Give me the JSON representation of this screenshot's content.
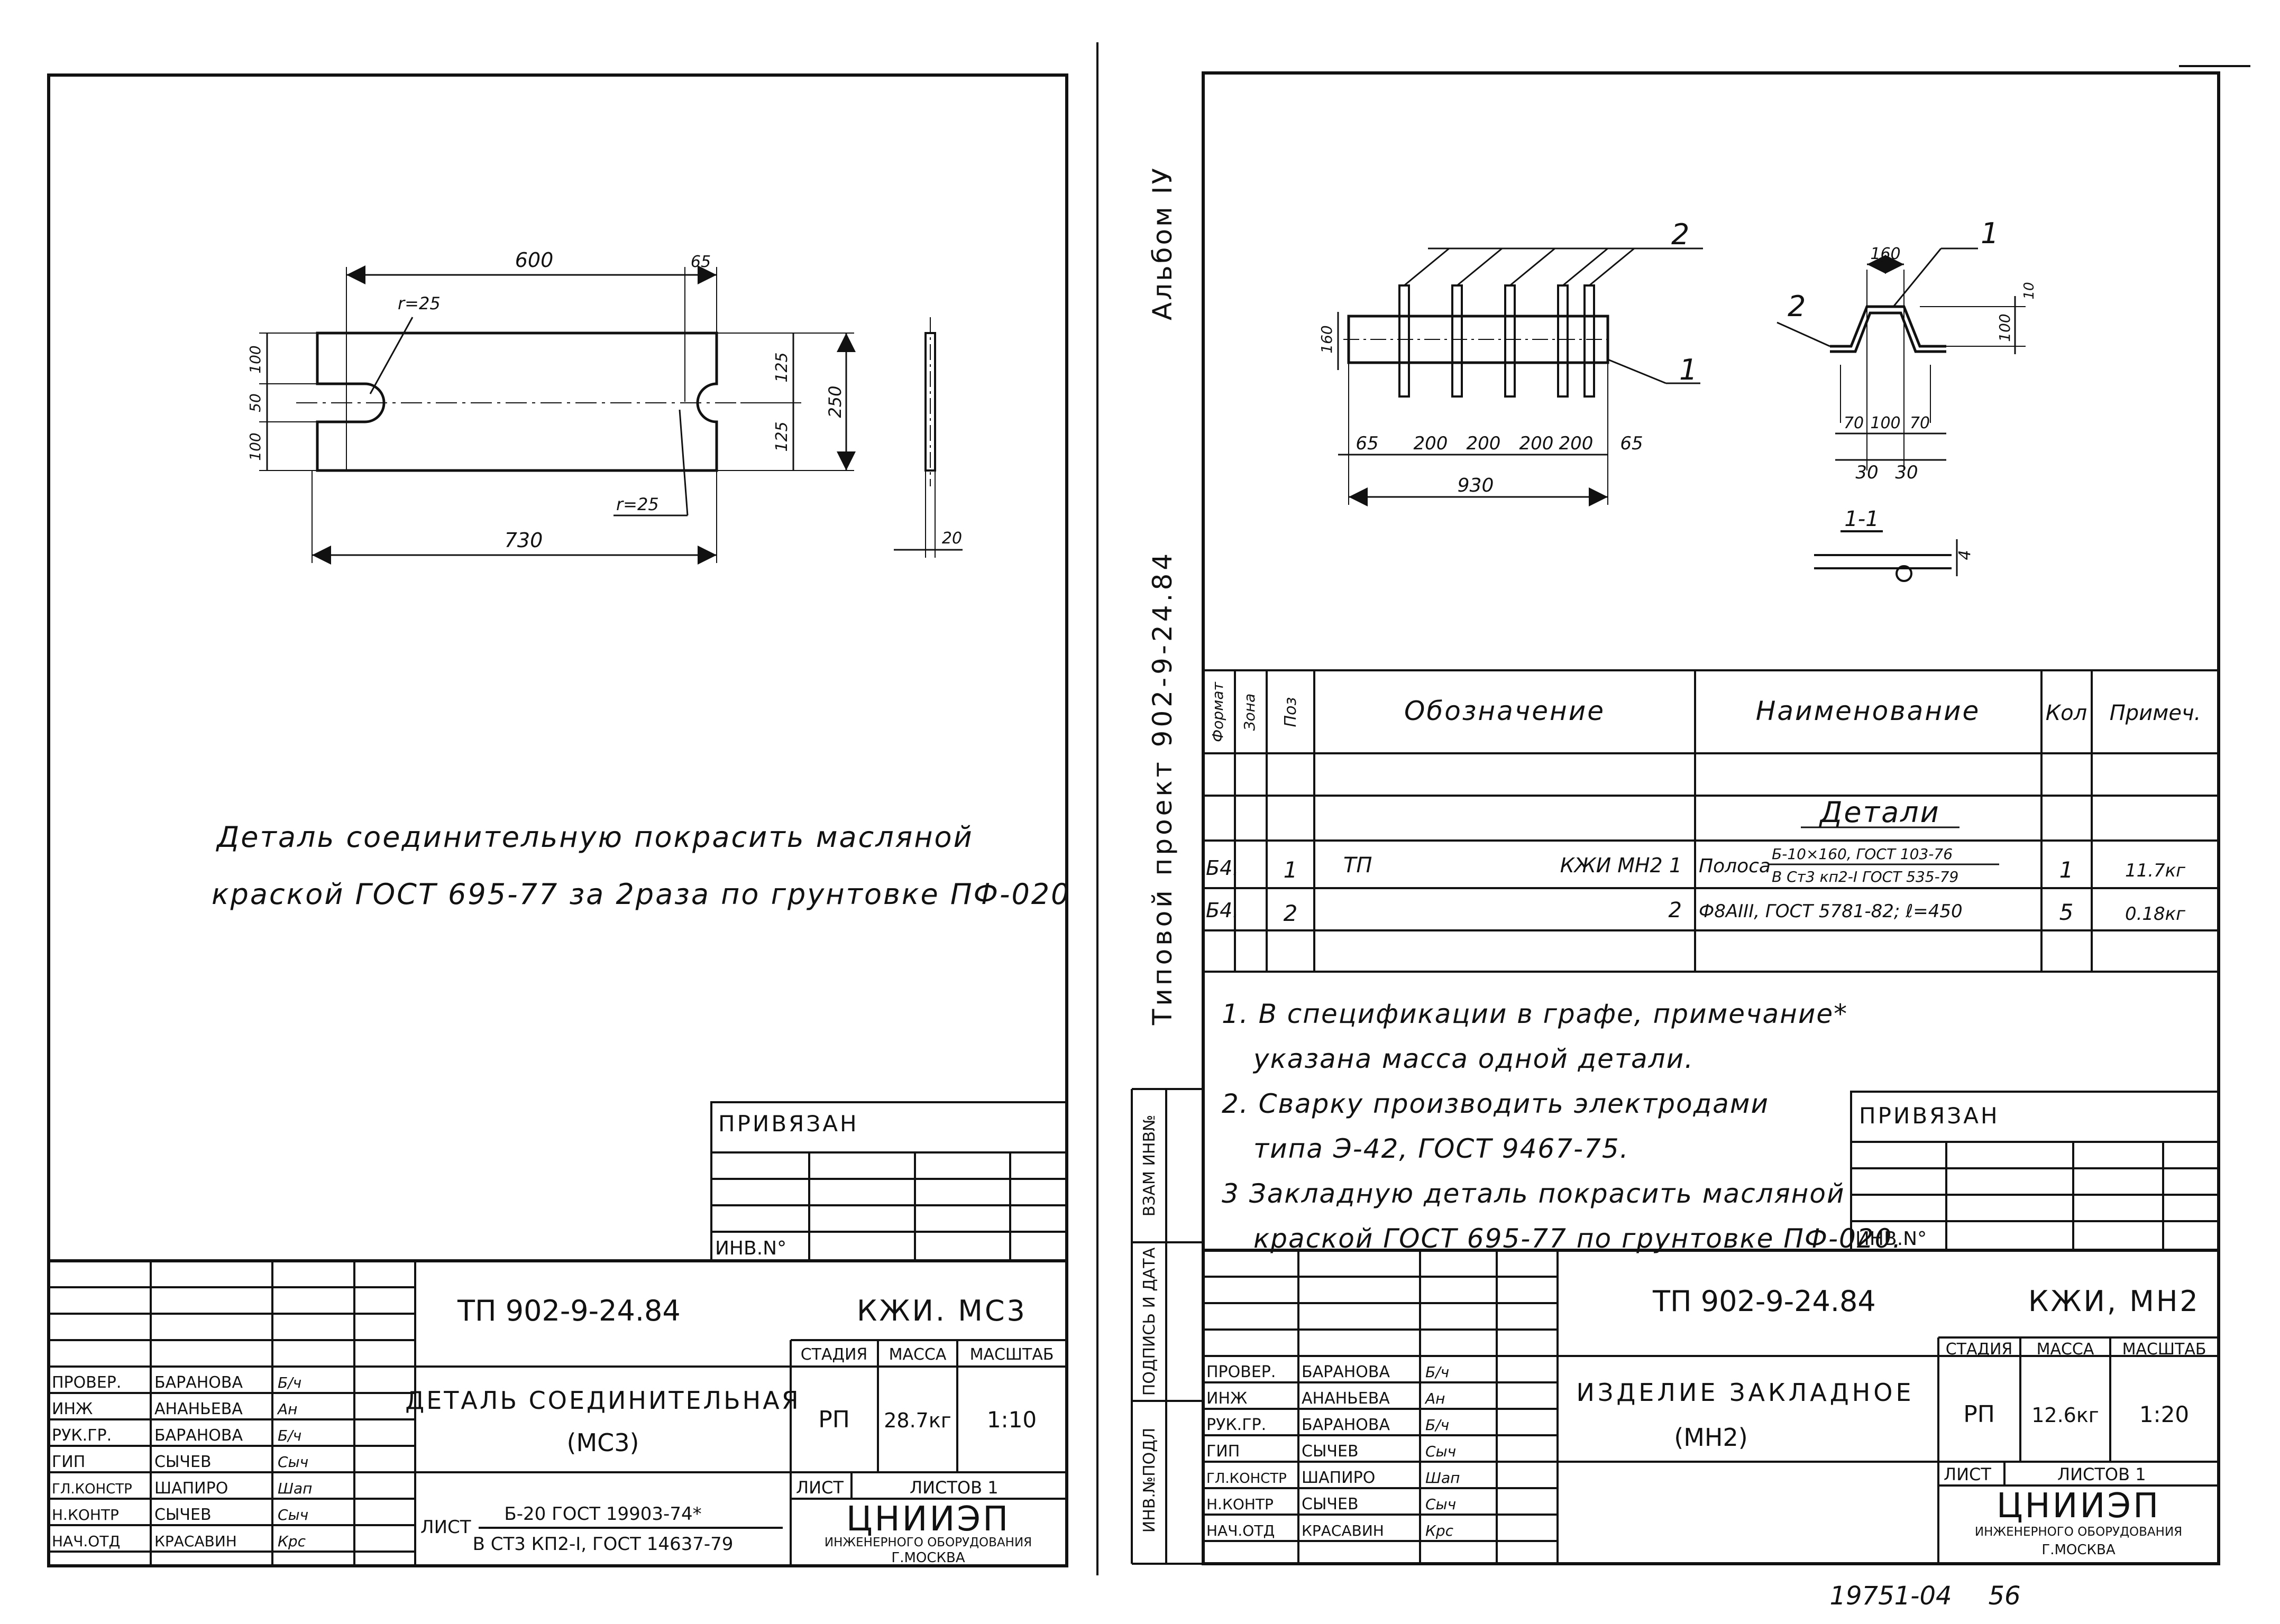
{
  "colors": {
    "ink": "#111111",
    "paper": "#ffffff"
  },
  "left_sheet": {
    "dims": {
      "d600": "600",
      "d65": "65",
      "r_top": "r=25",
      "r_bottom": "r=25",
      "d100a": "100",
      "d50": "50",
      "d100b": "100",
      "d125a": "125",
      "d125b": "125",
      "d250": "250",
      "d730": "730",
      "d20": "20"
    },
    "note_line1": "Деталь соединительную покрасить масляной",
    "note_line2": "краской ГОСТ 695-77 за 2раза по грунтовке ПФ-020",
    "privyazan_label": "ПРИВЯЗАН",
    "inv_label": "ИНВ.N°",
    "title_block": {
      "code": "ТП 902-9-24.84",
      "mark": "КЖИ. МС3",
      "name_line1": "ДЕТАЛЬ СОЕДИНИТЕЛЬНАЯ",
      "name_line2": "(МС3)",
      "stage_header": "СТАДИЯ",
      "mass_header": "МАССА",
      "scale_header": "МАСШТАБ",
      "stage": "РП",
      "mass": "28.7кг",
      "scale": "1:10",
      "sheet_label": "ЛИСТ",
      "sheets_label": "ЛИСТОВ 1",
      "org": "ЦНИИЭП",
      "org_line2": "ИНЖЕНЕРНОГО ОБОРУДОВАНИЯ",
      "org_line3": "Г.МОСКВА",
      "material_label": "ЛИСТ",
      "material_line1": "Б-20 ГОСТ 19903-74*",
      "material_line2": "В СТ3 КП2-I, ГОСТ 14637-79",
      "staff": [
        {
          "role": "ПРОВЕР.",
          "name": "БАРАНОВА",
          "sign": "Б/ч"
        },
        {
          "role": "ИНЖ",
          "name": "АНАНЬЕВА",
          "sign": "Ан"
        },
        {
          "role": "РУК.ГР.",
          "name": "БАРАНОВА",
          "sign": "Б/ч"
        },
        {
          "role": "ГИП",
          "name": "СЫЧЕВ",
          "sign": "Сыч"
        },
        {
          "role": "ГЛ.КОНСТР",
          "name": "ШАПИРО",
          "sign": "Шап"
        },
        {
          "role": "Н.КОНТР",
          "name": "СЫЧЕВ",
          "sign": "Сыч"
        },
        {
          "role": "НАЧ.ОТД",
          "name": "КРАСАВИН",
          "sign": "Крс"
        }
      ]
    }
  },
  "right_sheet": {
    "album": "Альбом IУ",
    "project": "Типовой проект 902-9-24.84",
    "side_labels": {
      "vzam": "ВЗАМ ИНВ№",
      "podpis": "ПОДПИСЬ И ДАТА",
      "invpodl": "ИНВ.№ПОДЛ"
    },
    "dims": {
      "pos2": "2",
      "pos1": "1",
      "h160": "160",
      "d65a": "65",
      "d200a": "200",
      "d200b": "200",
      "d200c": "200",
      "d200d": "200",
      "d65b": "65",
      "d930": "930",
      "s160": "160",
      "s10": "10",
      "s100": "100",
      "spos1": "1",
      "spos2": "2",
      "s70a": "70",
      "s100b": "100",
      "s70b": "70",
      "s30a": "30",
      "s30b": "30",
      "section": "1-1",
      "s4": "4"
    },
    "spec": {
      "headers": {
        "format": "Формат",
        "zone": "Зона",
        "pos": "Поз",
        "designation": "Обозначение",
        "name": "Наименование",
        "qty": "Кол",
        "note": "Примеч."
      },
      "section_title": "Детали",
      "rows": [
        {
          "format": "Б4.",
          "pos": "1",
          "designation": "ТП",
          "designation_right": "КЖИ МН2  1",
          "name": "Полоса",
          "name_top": "Б-10×160, ГОСТ 103-76",
          "name_bottom": "В Ст3 кп2-I ГОСТ 535-79",
          "qty": "1",
          "note": "11.7кг"
        },
        {
          "format": "Б4.",
          "pos": "2",
          "designation": "",
          "designation_right": "2",
          "name": "Ф8АIII, ГОСТ 5781-82; ℓ=450",
          "qty": "5",
          "note": "0.18кг"
        }
      ]
    },
    "notes": [
      "1. В спецификации в графе, примечание*",
      "указана масса одной детали.",
      "2. Сварку производить электродами",
      "типа Э-42, ГОСТ 9467-75.",
      "3 Закладную деталь покрасить масляной",
      "краской ГОСТ 695-77 по грунтовке ПФ-020."
    ],
    "privyazan_label": "ПРИВЯЗАН",
    "inv_label": "ИНВ.N°",
    "title_block": {
      "code": "ТП 902-9-24.84",
      "mark": "КЖИ, МН2",
      "name_line1": "ИЗДЕЛИЕ ЗАКЛАДНОЕ",
      "name_line2": "(МН2)",
      "stage_header": "СТАДИЯ",
      "mass_header": "МАССА",
      "scale_header": "МАСШТАБ",
      "stage": "РП",
      "mass": "12.6кг",
      "scale": "1:20",
      "sheet_label": "ЛИСТ",
      "sheets_label": "ЛИСТОВ 1",
      "org": "ЦНИИЭП",
      "org_line2": "ИНЖЕНЕРНОГО ОБОРУДОВАНИЯ",
      "org_line3": "Г.МОСКВА",
      "staff": [
        {
          "role": "ПРОВЕР.",
          "name": "БАРАНОВА",
          "sign": "Б/ч"
        },
        {
          "role": "ИНЖ",
          "name": "АНАНЬЕВА",
          "sign": "Ан"
        },
        {
          "role": "РУК.ГР.",
          "name": "БАРАНОВА",
          "sign": "Б/ч"
        },
        {
          "role": "ГИП",
          "name": "СЫЧЕВ",
          "sign": "Сыч"
        },
        {
          "role": "ГЛ.КОНСТР",
          "name": "ШАПИРО",
          "sign": "Шап"
        },
        {
          "role": "Н.КОНТР",
          "name": "СЫЧЕВ",
          "sign": "Сыч"
        },
        {
          "role": "НАЧ.ОТД",
          "name": "КРАСАВИН",
          "sign": "Крс"
        }
      ]
    }
  },
  "footer": {
    "archive_no": "19751-04",
    "page": "56"
  }
}
